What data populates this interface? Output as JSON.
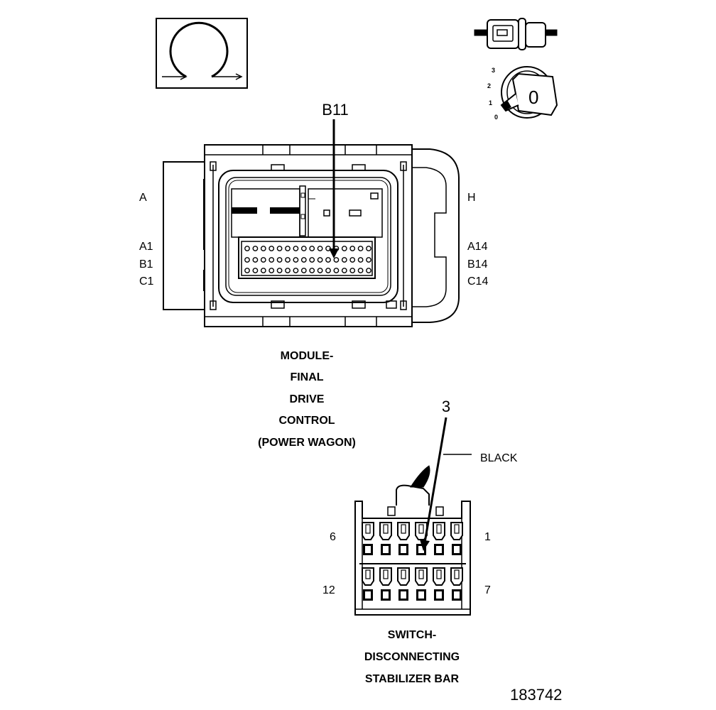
{
  "module_connector": {
    "callout": "B11",
    "left_labels": [
      "A",
      "A1",
      "B1",
      "C1"
    ],
    "right_labels": [
      "H",
      "A14",
      "B14",
      "C14"
    ],
    "caption_lines": [
      "MODULE-",
      "FINAL",
      "DRIVE",
      "CONTROL",
      "(POWER WAGON)"
    ]
  },
  "switch_connector": {
    "callout": "3",
    "color_label": "BLACK",
    "left_labels": [
      "6",
      "12"
    ],
    "right_labels": [
      "1",
      "7"
    ],
    "caption_lines": [
      "SWITCH-",
      "DISCONNECTING",
      "STABILIZER BAR"
    ]
  },
  "key_icon": {
    "positions": [
      "3",
      "2",
      "1",
      "0"
    ],
    "key_text": "0"
  },
  "document_number": "183742"
}
